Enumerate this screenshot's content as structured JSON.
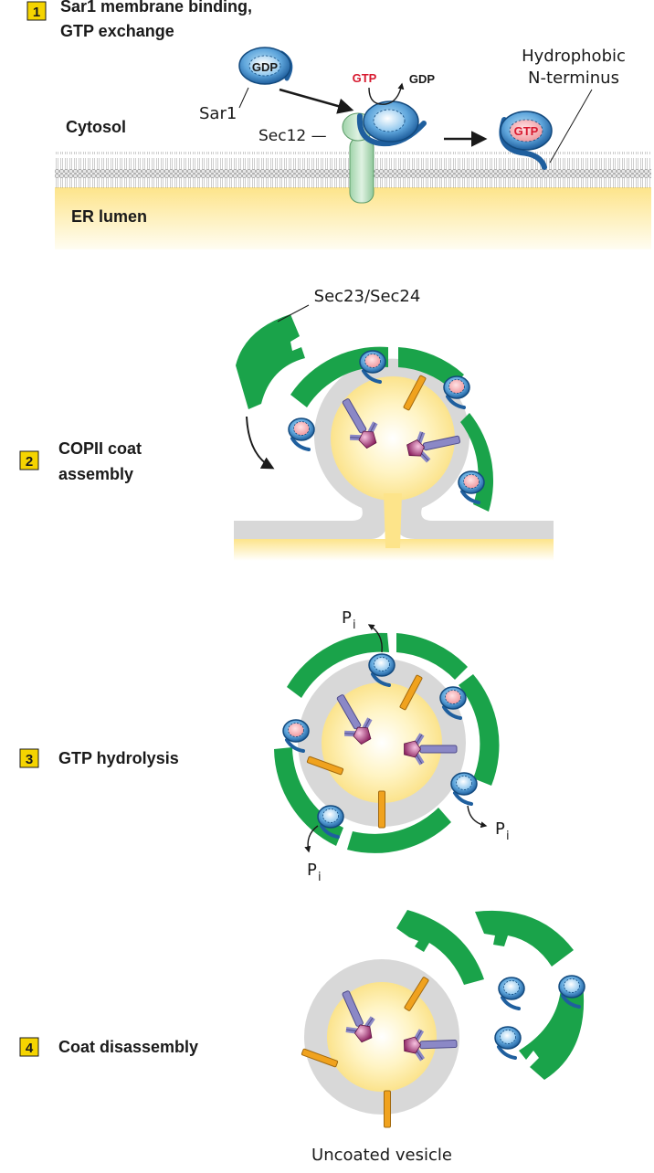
{
  "steps": [
    {
      "number": "1",
      "title_line1": "Sar1 membrane binding,",
      "title_line2": "GTP exchange"
    },
    {
      "number": "2",
      "title_line1": "COPII coat",
      "title_line2": "assembly"
    },
    {
      "number": "3",
      "title_line1": "GTP hydrolysis"
    },
    {
      "number": "4",
      "title_line1": "Coat disassembly"
    }
  ],
  "labels": {
    "cytosol": "Cytosol",
    "er_lumen": "ER lumen",
    "sar1": "Sar1",
    "sec12": "Sec12 —",
    "gdp": "GDP",
    "gtp": "GTP",
    "hydrophobic_line1": "Hydrophobic",
    "hydrophobic_line2": "N-terminus",
    "sec23_24": "Sec23/Sec24",
    "pi": "P",
    "pi_sub": "i",
    "uncoated_vesicle": "Uncoated vesicle"
  },
  "colors": {
    "coat_green": "#1aa34a",
    "sar1_blue": "#1f6fb2",
    "sar1_light": "#8fc7ee",
    "gtp_pink": "#f5a3a8",
    "cargo_receptor": "#8b88c6",
    "cargo_purple": "#9b2a6b",
    "orange_receptor": "#f0a21e",
    "membrane_gray": "#d7d7d7",
    "lumen_yellow": "#fde9a3",
    "badge_yellow": "#f5d400"
  }
}
